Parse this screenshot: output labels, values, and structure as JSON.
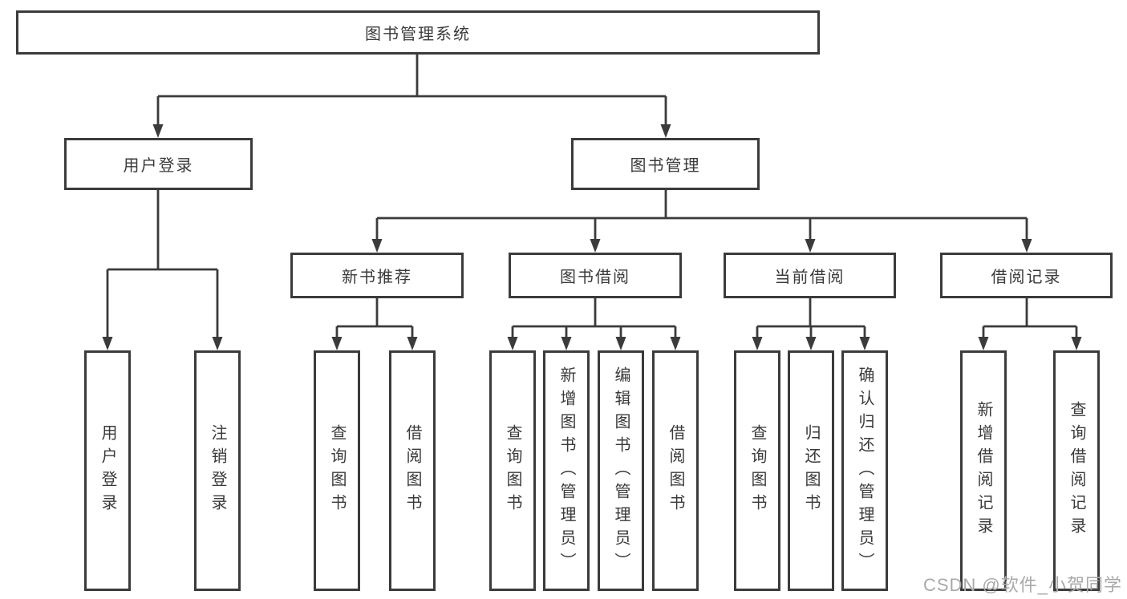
{
  "diagram_title": "图书管理系统",
  "colors": {
    "line": "#3b3b3b",
    "text": "#3a3a3a",
    "background": "#ffffff",
    "watermark": "#a9a9a9"
  },
  "tree": {
    "root": {
      "label": "图书管理系统"
    },
    "branches": [
      {
        "label": "用户登录",
        "children": [
          {
            "label": "用户登录"
          },
          {
            "label": "注销登录"
          }
        ]
      },
      {
        "label": "图书管理",
        "children": [
          {
            "label": "新书推荐",
            "children": [
              {
                "label": "查询图书"
              },
              {
                "label": "借阅图书"
              }
            ]
          },
          {
            "label": "图书借阅",
            "children": [
              {
                "label": "查询图书"
              },
              {
                "label": "新增图书（管理员）"
              },
              {
                "label": "编辑图书（管理员）"
              },
              {
                "label": "借阅图书"
              }
            ]
          },
          {
            "label": "当前借阅",
            "children": [
              {
                "label": "查询图书"
              },
              {
                "label": "归还图书"
              },
              {
                "label": "确认归还（管理员）"
              }
            ]
          },
          {
            "label": "借阅记录",
            "children": [
              {
                "label": "新增借阅记录"
              },
              {
                "label": "查询借阅记录"
              }
            ]
          }
        ]
      }
    ]
  },
  "watermark": {
    "text": "CSDN @软件_小贺同学"
  }
}
